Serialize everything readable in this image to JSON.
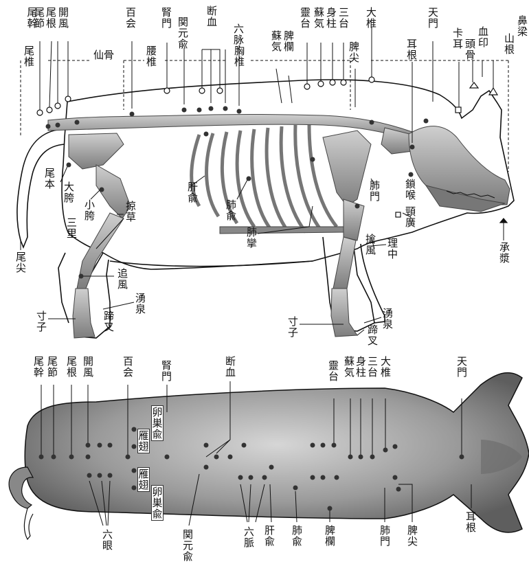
{
  "side_view": {
    "labels": {
      "weikan": "尾幹",
      "weijie": "尾節",
      "weigen": "尾根",
      "kaifeng": "開風",
      "baihui": "百会",
      "shenmen": "腎門",
      "guanyuanyu": "関元兪",
      "duanxue": "断血",
      "liumai": "六脉",
      "lingtai": "靈台",
      "suqi": "蘇気",
      "shenzhu": "身柱",
      "santai": "三台",
      "dazhui": "大椎",
      "tianmen": "天門",
      "biliang": "鼻梁",
      "weizhui": "尾椎",
      "xiangu": "仙骨",
      "yaozhui": "腰椎",
      "xiongzhui": "胸椎",
      "suqi2": "蘇気",
      "pilan": "脾欄",
      "pijian": "脾尖",
      "ergen": "耳根",
      "kaer": "卡耳",
      "xueyin": "血印",
      "shangen": "山根",
      "tougu": "頭骨",
      "weiben": "尾本",
      "dakua": "大胯",
      "xiaokua": "小胯",
      "luecao": "掠草",
      "sanli": "三里",
      "ganyu": "肝兪",
      "feiyu": "肺兪",
      "feipan": "肺攣",
      "feimen": "肺門",
      "suohou": "鎖喉",
      "jinghuang": "頸廣",
      "qiangfeng": "搶風",
      "lizhong": "理中",
      "chengjiang": "承漿",
      "weijian": "尾尖",
      "zhuifeng": "追風",
      "yongquan": "湧泉",
      "cunzi": "寸子",
      "tichai": "蹄叉",
      "yongquan2": "湧泉",
      "cunzi2": "寸子",
      "tichai2": "蹄叉"
    }
  },
  "top_view": {
    "labels": {
      "weikan": "尾幹",
      "weijie": "尾節",
      "weigen": "尾根",
      "kaifeng": "開風",
      "baihui": "百会",
      "shenmen": "腎門",
      "duanxue": "断血",
      "lingtai": "靈台",
      "suqi": "蘇気",
      "shenzhu": "身柱",
      "santai": "三台",
      "dazhui": "大椎",
      "tianmen": "天門",
      "luanchaoyu1": "卵巣兪",
      "yanchi1": "雁翅",
      "yanchi2": "雁翅",
      "luanchaoyu2": "卵巣兪",
      "liuyan": "六眼",
      "guanyuanyu": "関元兪",
      "liumai": "六脈",
      "ganyu": "肝兪",
      "feiyu": "肺兪",
      "pilan": "脾欄",
      "feimen": "肺門",
      "pijian": "脾尖",
      "ergen": "耳根"
    }
  },
  "colors": {
    "line": "#111111",
    "body_fill": "#8a8a8a",
    "bone": "#9a9a9a"
  }
}
